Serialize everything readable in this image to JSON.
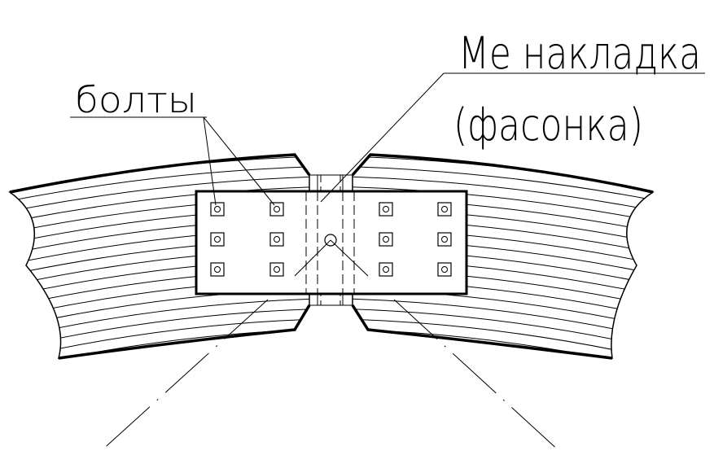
{
  "labels": {
    "bolts": "болты",
    "plate_line1": "Ме накладка",
    "plate_line2": "(фасонка)"
  },
  "colors": {
    "ink": "#000000",
    "paper": "#ffffff"
  },
  "bolts": {
    "columns": 4,
    "rows": 3
  }
}
